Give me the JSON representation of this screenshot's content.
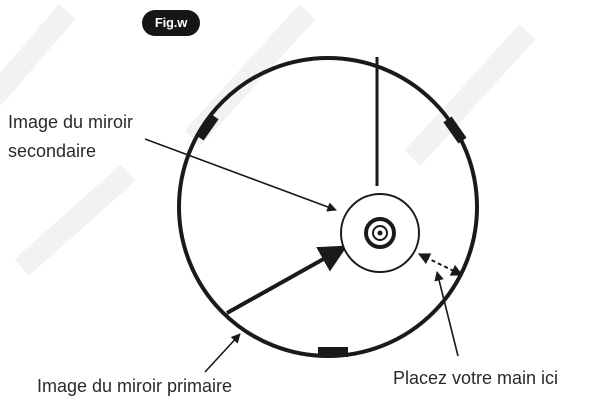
{
  "figure": {
    "badge": "Fig.w"
  },
  "labels": {
    "secondary_line1": "Image du miroir",
    "secondary_line2": "secondaire",
    "primary": "Image du miroir primaire",
    "hand": "Placez votre main ici"
  }
}
